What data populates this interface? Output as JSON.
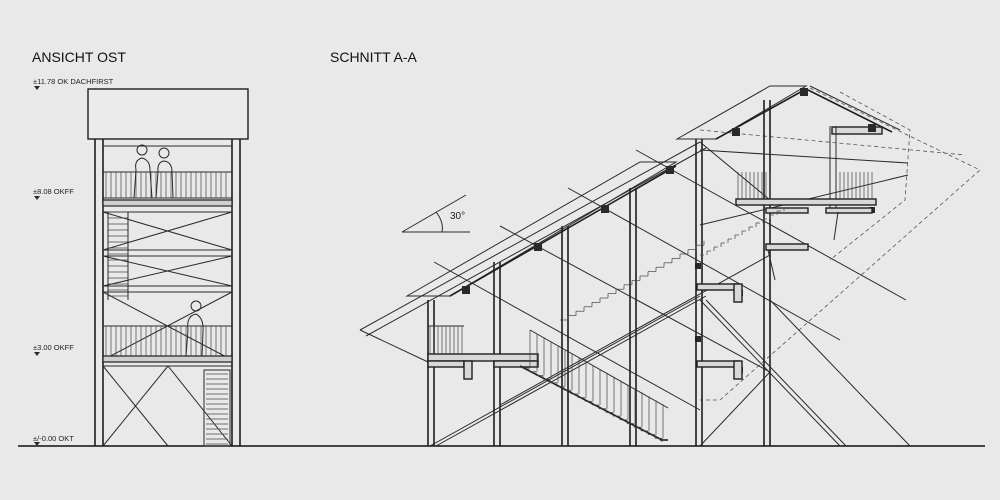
{
  "views": {
    "east": {
      "title": "ANSICHT OST"
    },
    "section": {
      "title": "SCHNITT A-A"
    }
  },
  "levels": [
    {
      "id": "ridge",
      "label": "±11.78 OK DACHFIRST"
    },
    {
      "id": "upper",
      "label": "±8.08 OKFF"
    },
    {
      "id": "middle",
      "label": "±3.00 OKFF"
    },
    {
      "id": "ground",
      "label": "±/-0.00 OKT"
    }
  ],
  "roof_angle": {
    "label": "30°"
  },
  "colors": {
    "background": "#e9e9e9",
    "lines": "#2a2a2a"
  },
  "icons": [
    "level-marker-icon",
    "angle-arc-icon",
    "human-figure-icon"
  ]
}
